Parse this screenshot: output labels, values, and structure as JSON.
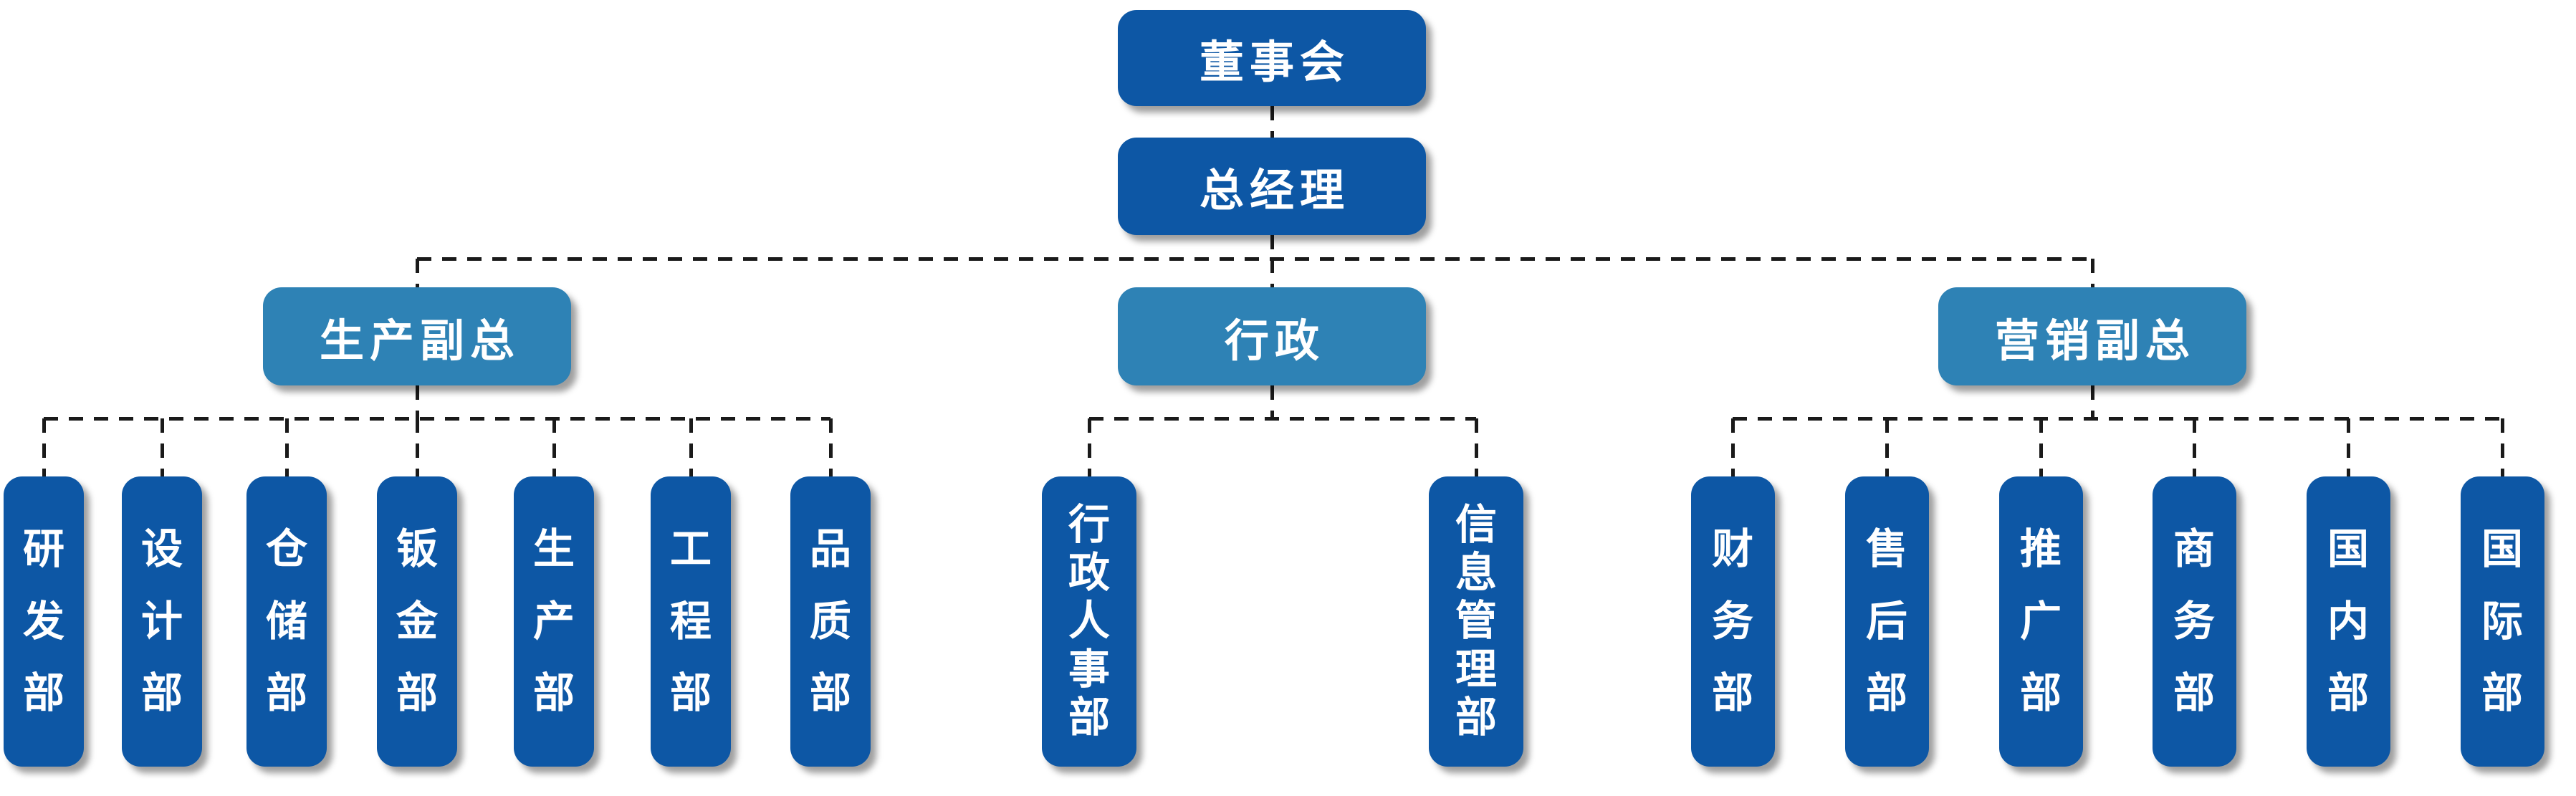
{
  "org": {
    "colors": {
      "node_dark": "#0D57A5",
      "node_light": "#2E82B5",
      "line": "#1A1A1A",
      "text": "#FFFFFF",
      "background": "#FFFFFF"
    },
    "root": {
      "label": "董事会"
    },
    "general_manager": {
      "label": "总经理"
    },
    "branches": [
      {
        "label": "生产副总",
        "children": [
          "研发部",
          "设计部",
          "仓储部",
          "钣金部",
          "生产部",
          "工程部",
          "品质部"
        ]
      },
      {
        "label": "行政",
        "children": [
          "行政人事部",
          "信息管理部"
        ]
      },
      {
        "label": "营销副总",
        "children": [
          "财务部",
          "售后部",
          "推广部",
          "商务部",
          "国内部",
          "国际部"
        ]
      }
    ]
  }
}
